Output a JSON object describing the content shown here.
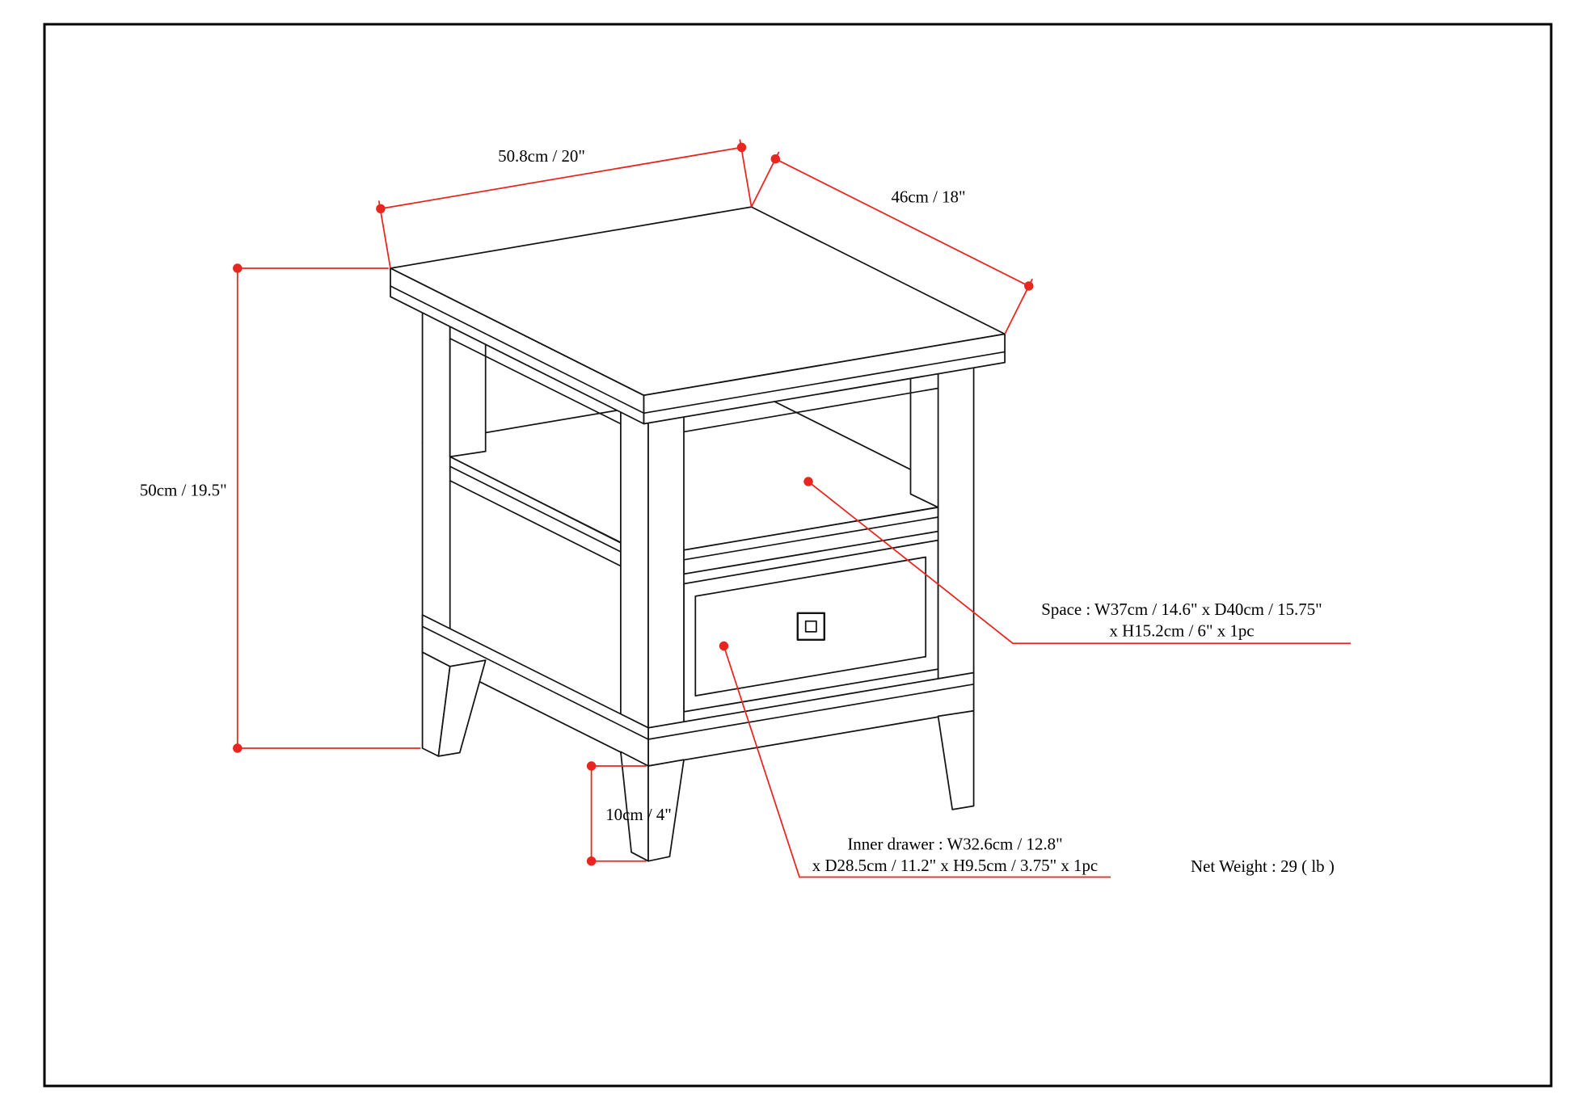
{
  "page": {
    "background": "#ffffff",
    "border_color": "#000000"
  },
  "colors": {
    "dimension_red": "#e8251f",
    "line_black": "#141414"
  },
  "drawing": {
    "type": "furniture-dimension-diagram",
    "subject": "end table with open shelf and drawer",
    "dimensions": {
      "width": "50.8cm / 20\"",
      "depth": "46cm / 18\"",
      "height": "50cm / 19.5\"",
      "leg_clearance": "10cm / 4\""
    },
    "annotations": {
      "space_line1": "Space : W37cm / 14.6\" x D40cm / 15.75\"",
      "space_line2": "x H15.2cm / 6\" x 1pc",
      "inner_drawer_line1": "Inner drawer : W32.6cm / 12.8\"",
      "inner_drawer_line2": "x D28.5cm / 11.2\" x H9.5cm / 3.75\" x 1pc",
      "net_weight": "Net Weight : 29 ( lb )"
    }
  }
}
